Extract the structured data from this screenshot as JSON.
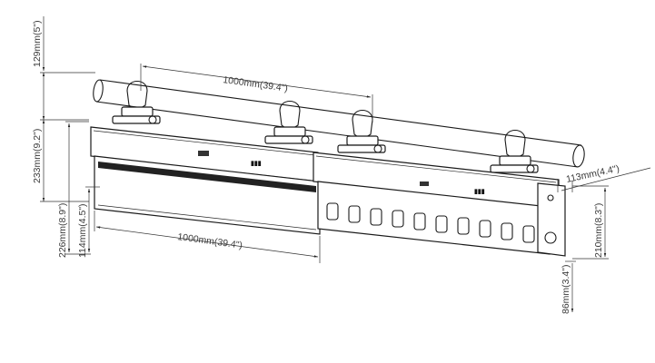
{
  "dimensions": {
    "length_top": "1000mm(39.4\")",
    "length_bottom": "1000mm(39.4\")",
    "clamp_height": "129mm(5\")",
    "fixture_height": "233mm(9.2\")",
    "height_226": "226mm(8.9\")",
    "height_114": "114mm(4.5\")",
    "depth_113": "113mm(4.4\")",
    "height_210": "210mm(8.3\")",
    "height_86": "86mm(3.4\")"
  },
  "colors": {
    "line": "#1a1a1a",
    "dim_text": "#3a3a3a",
    "background": "#ffffff"
  }
}
